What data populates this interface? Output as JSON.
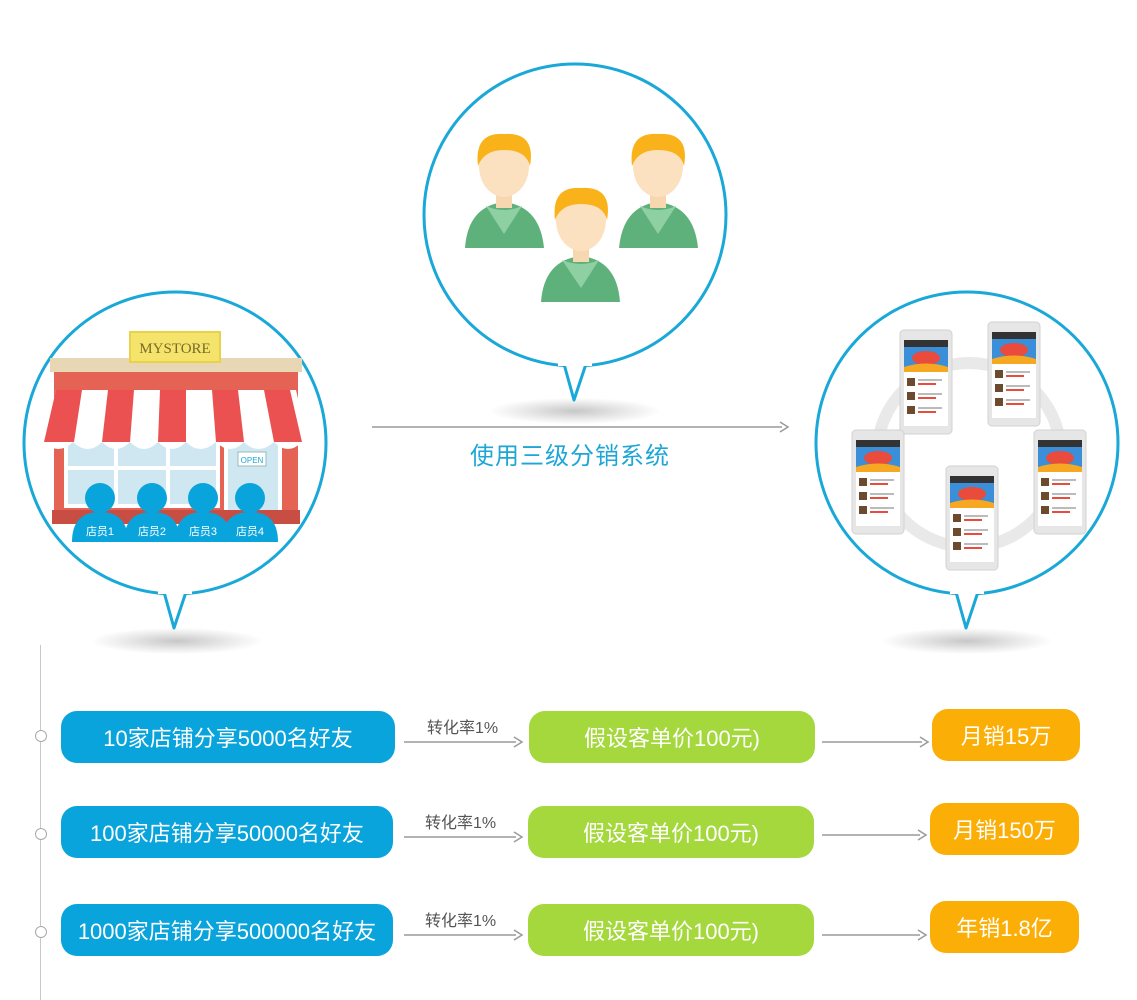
{
  "center_flow": {
    "label": "使用三级分销系统"
  },
  "store": {
    "sign": "MYSTORE",
    "open_tag": "OPEN",
    "staff": [
      "店员1",
      "店员2",
      "店员3",
      "店员4"
    ]
  },
  "rows": [
    {
      "left": "10家店铺分享5000名好友",
      "rate": "转化率1%",
      "mid": "假设客单价100元)",
      "right": "月销15万"
    },
    {
      "left": "100家店铺分享50000名好友",
      "rate": "转化率1%",
      "mid": "假设客单价100元)",
      "right": "月销150万"
    },
    {
      "left": "1000家店铺分享500000名好友",
      "rate": "转化率1%",
      "mid": "假设客单价100元)",
      "right": "年销1.8亿"
    }
  ],
  "colors": {
    "ring": "#19a8d8",
    "blue": "#0aa4dc",
    "green": "#a4d83c",
    "orange": "#fbae06"
  }
}
